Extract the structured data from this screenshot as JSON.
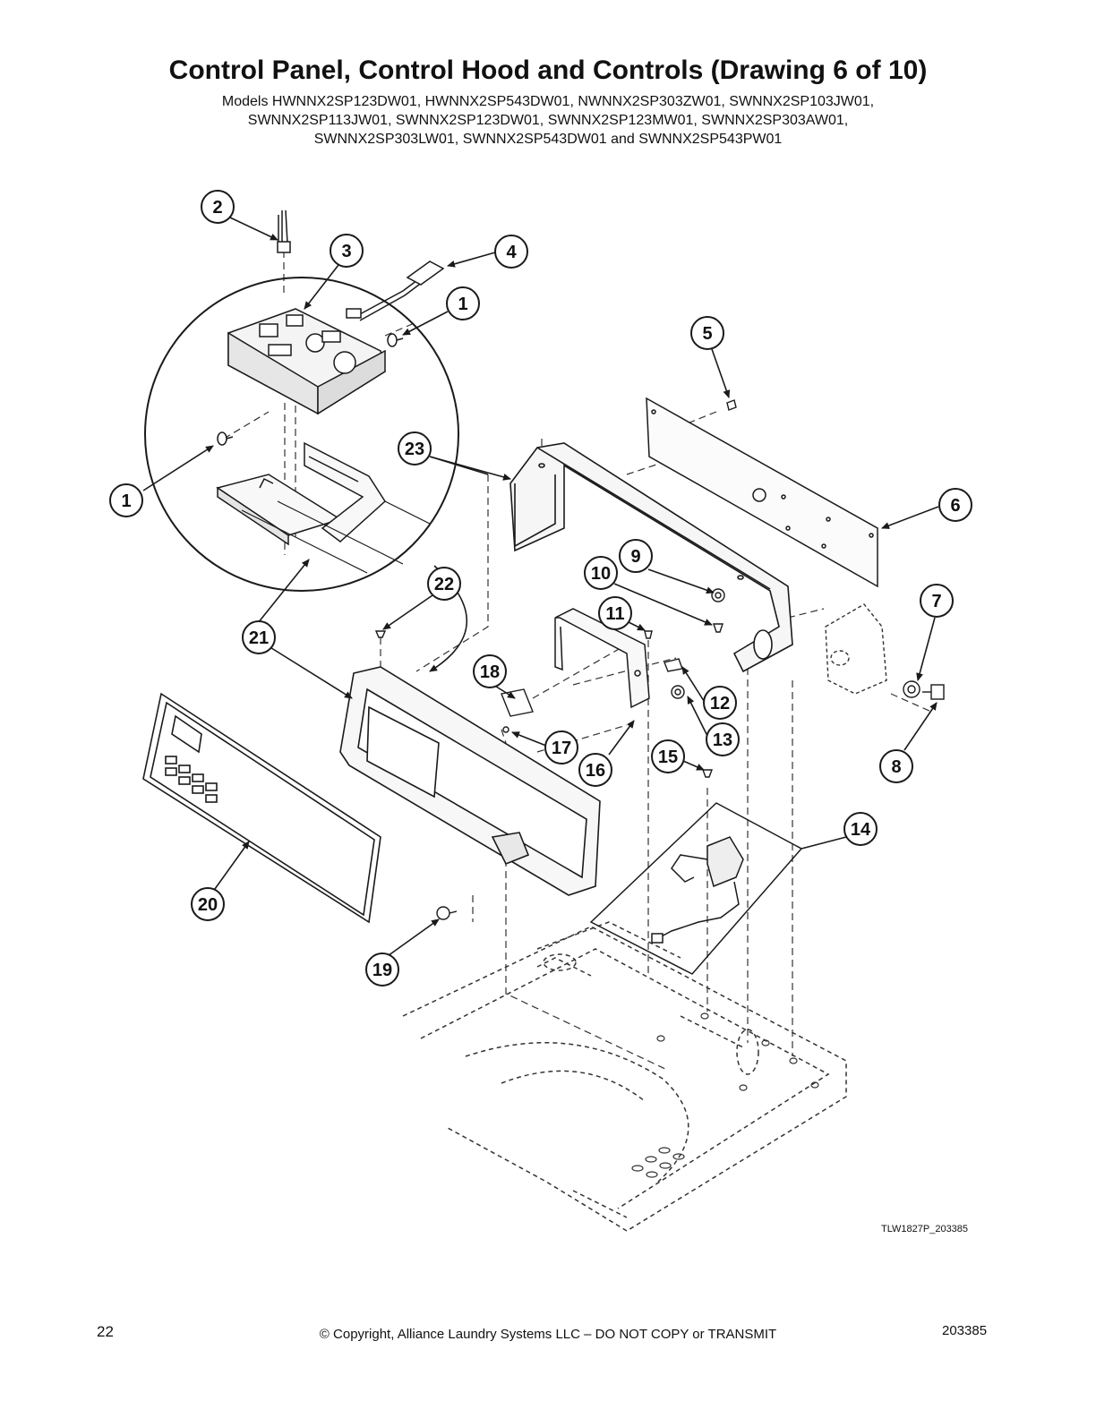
{
  "header": {
    "title": "Control Panel, Control Hood and Controls (Drawing 6 of 10)",
    "model_lines": [
      "Models HWNNX2SP123DW01, HWNNX2SP543DW01, NWNNX2SP303ZW01, SWNNX2SP103JW01,",
      "SWNNX2SP113JW01, SWNNX2SP123DW01, SWNNX2SP123MW01, SWNNX2SP303AW01,",
      "SWNNX2SP303LW01, SWNNX2SP543DW01 and SWNNX2SP543PW01"
    ]
  },
  "callouts": [
    "1",
    "1",
    "2",
    "3",
    "4",
    "5",
    "6",
    "7",
    "8",
    "9",
    "10",
    "11",
    "12",
    "13",
    "14",
    "15",
    "16",
    "17",
    "18",
    "19",
    "20",
    "21",
    "22",
    "23"
  ],
  "drawing_ref": "TLW1827P_203385",
  "footer": {
    "page_number": "22",
    "copyright": "© Copyright, Alliance Laundry Systems LLC – DO NOT COPY or TRANSMIT",
    "doc_number": "203385"
  },
  "colors": {
    "line": "#1a1a1a",
    "callout_fill": "#ffffff"
  }
}
